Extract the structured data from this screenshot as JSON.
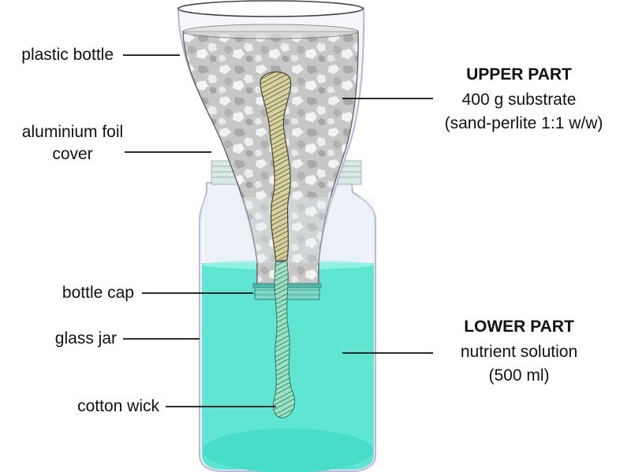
{
  "labels": {
    "plastic_bottle": "plastic bottle",
    "aluminium_foil_line1": "aluminium foil",
    "aluminium_foil_line2": "cover",
    "bottle_cap": "bottle cap",
    "glass_jar": "glass jar",
    "cotton_wick": "cotton wick"
  },
  "upper": {
    "title": "UPPER PART",
    "line1": "400 g substrate",
    "line2": "(sand-perlite 1:1 w/w)"
  },
  "lower": {
    "title": "LOWER PART",
    "line1": "nutrient solution",
    "line2": "(500 ml)"
  },
  "colors": {
    "solution": "#5fe5d2",
    "solution_top": "#8ef0e2",
    "jar_outline": "#c9c4df",
    "substrate": "#c4c4c4",
    "wick": "#c9c38f",
    "wick_submerged": "#7fd6b4"
  }
}
